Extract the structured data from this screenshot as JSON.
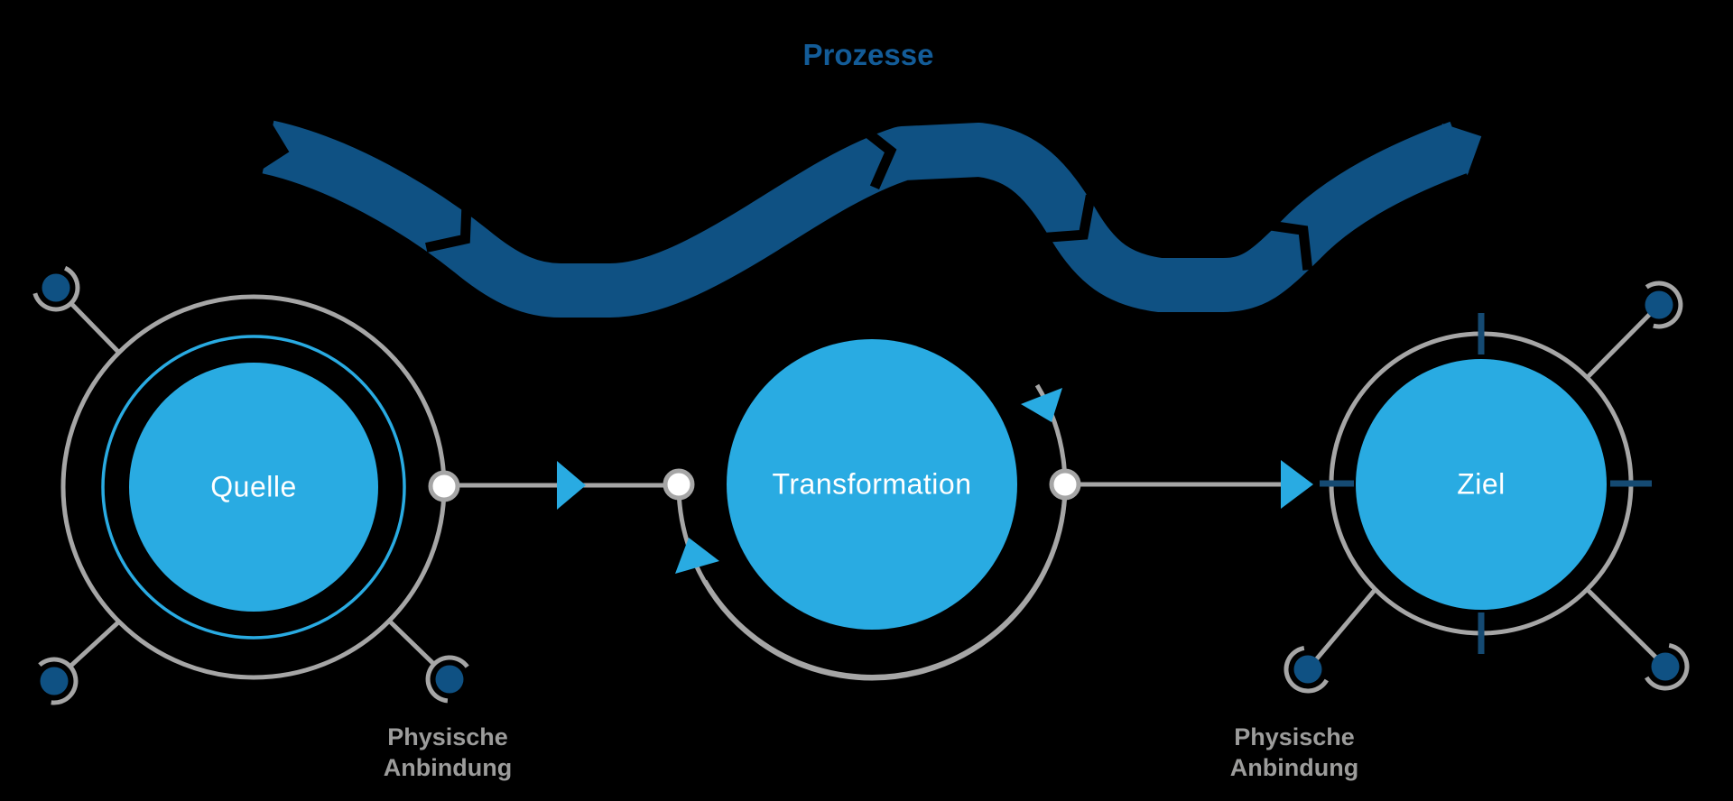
{
  "title": "Prozesse",
  "nodes": {
    "source": {
      "label": "Quelle"
    },
    "transformation": {
      "label": "Transformation"
    },
    "target": {
      "label": "Ziel"
    }
  },
  "captions": {
    "left": {
      "line1": "Physische",
      "line2": "Anbindung"
    },
    "right": {
      "line1": "Physische",
      "line2": "Anbindung"
    }
  },
  "colors": {
    "background": "#000000",
    "ribbon_blue": "#0F5183",
    "title_blue": "#135C98",
    "light_blue": "#29ABE2",
    "ring_gray": "#A6A6A6",
    "caption_gray": "#9C9C9B",
    "tick_navy": "#154A72",
    "node_white": "#FFFFFF"
  },
  "icons": {
    "process_ribbon": "wave-banner",
    "flow_arrow": "triangle-right",
    "cycle_arrowhead": "triangle",
    "satellite_dot": "filled-circle"
  }
}
